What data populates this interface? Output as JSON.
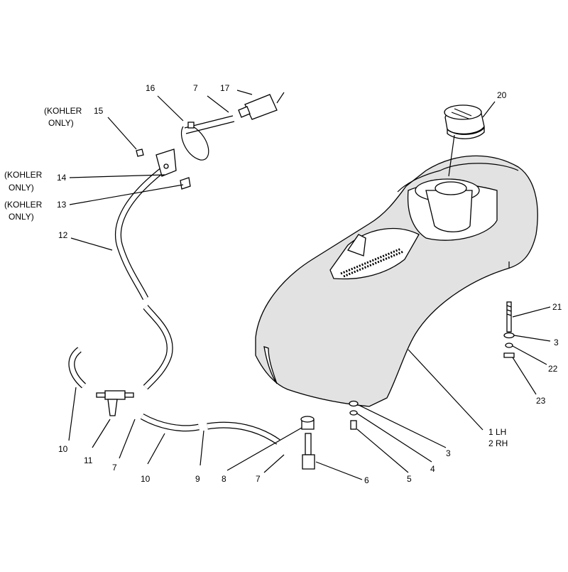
{
  "callouts": {
    "c16": "16",
    "c7a": "7",
    "c17": "17",
    "c15": "15",
    "c14": "14",
    "c13": "13",
    "c12": "12",
    "c20": "20",
    "c21": "21",
    "c3a": "3",
    "c22": "22",
    "c23": "23",
    "c10a": "10",
    "c11": "11",
    "c7b": "7",
    "c10b": "10",
    "c9": "9",
    "c8": "8",
    "c7c": "7",
    "c6": "6",
    "c5": "5",
    "c4": "4",
    "c3b": "3",
    "c1": "1 LH",
    "c2": "2 RH"
  },
  "notes": {
    "kohler_line1": "(KOHLER",
    "kohler_line2": "ONLY)"
  }
}
